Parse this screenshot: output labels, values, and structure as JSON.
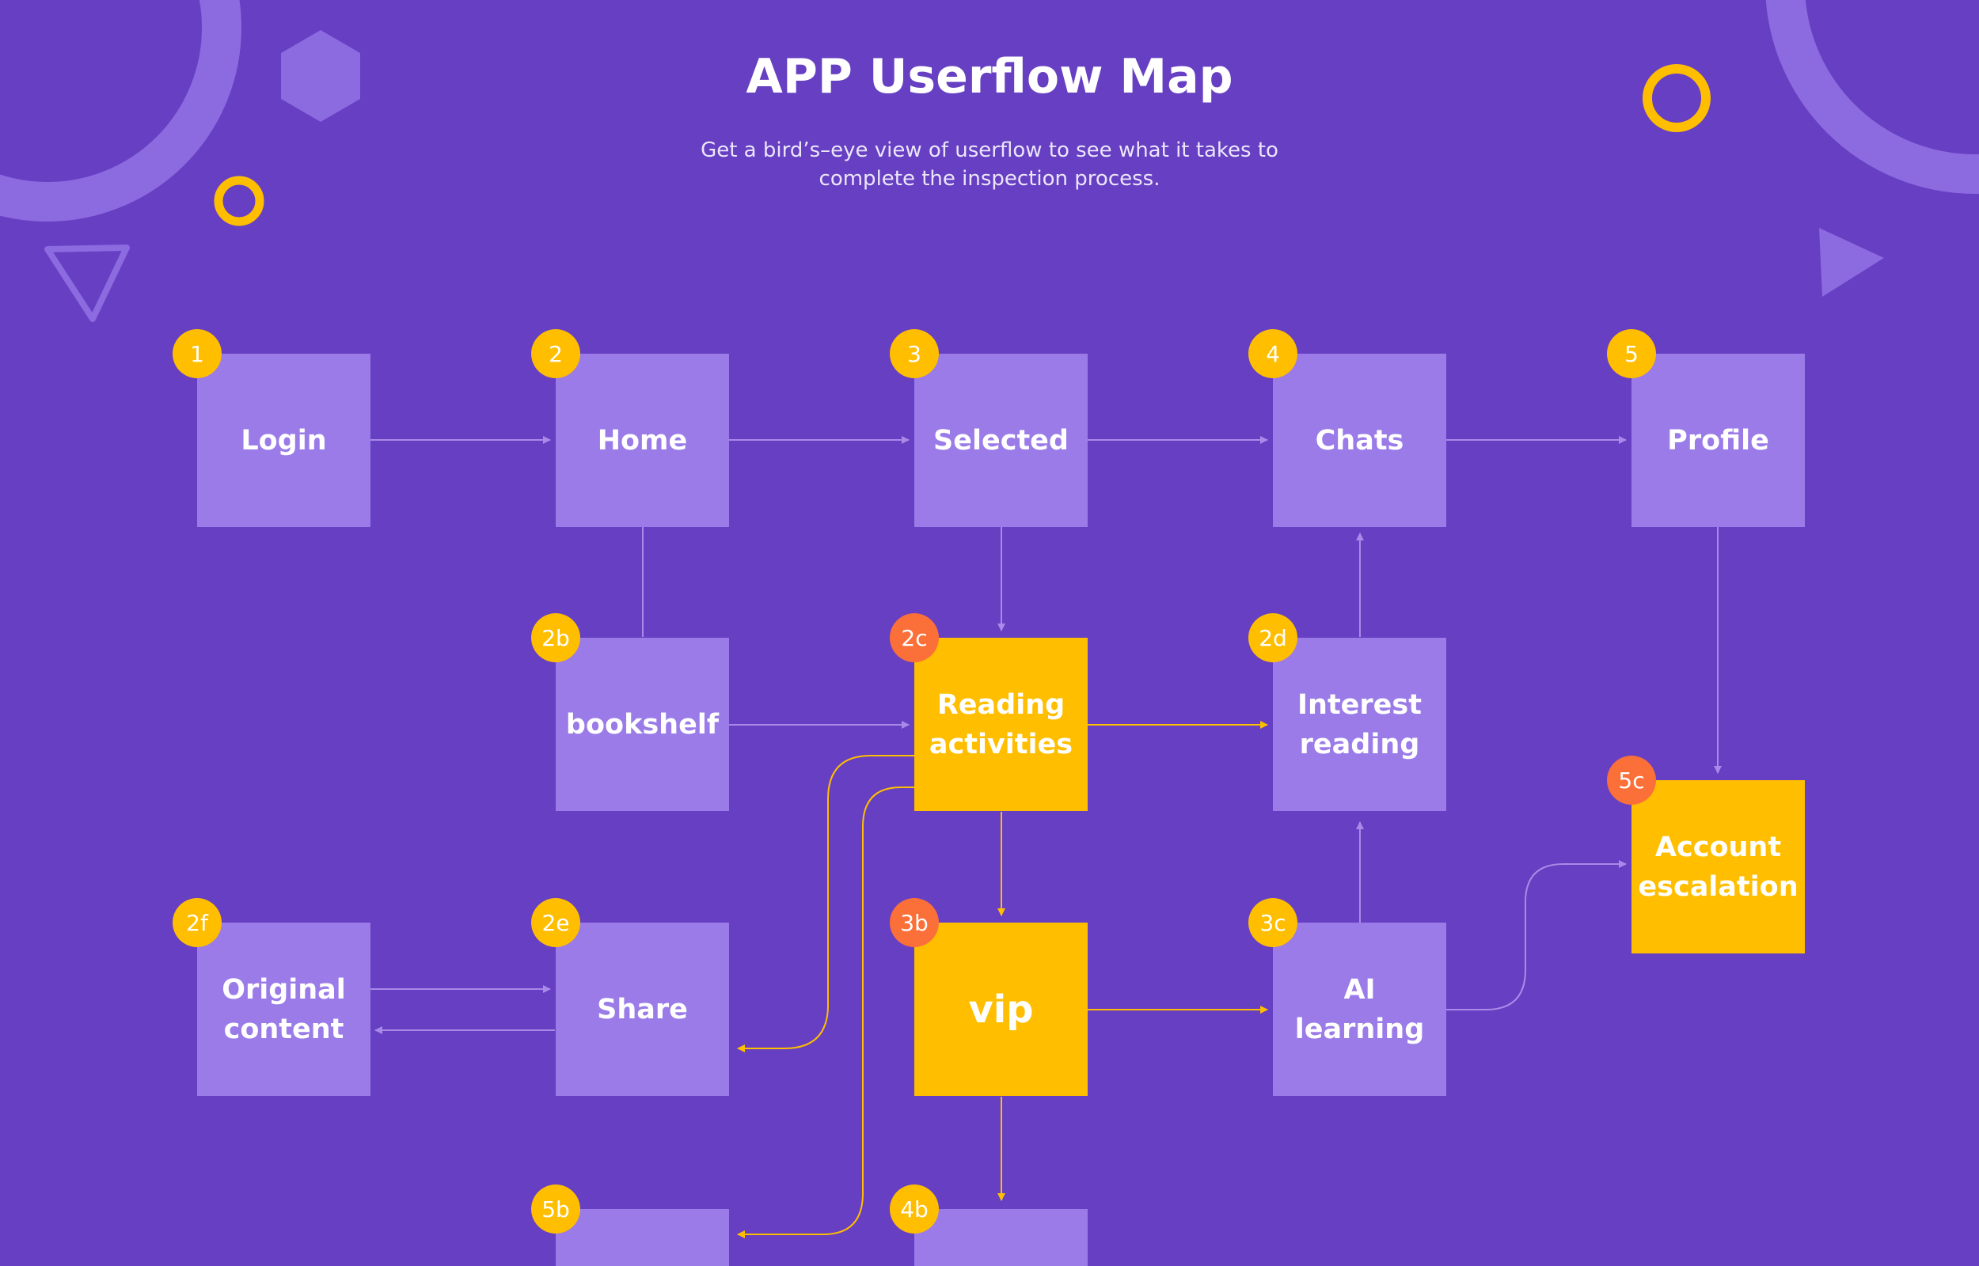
{
  "header": {
    "title": "APP Userflow Map",
    "subtitle_line1": "Get a bird’s–eye view of userflow to see what it takes to",
    "subtitle_line2": "complete the inspection process."
  },
  "colors": {
    "background": "#663fc2",
    "node": "#9a7be8",
    "highlight": "#ffbe00",
    "badge": "#ffbe00",
    "badge_alt": "#fb6f39",
    "connector": "#a98ae8",
    "connector_highlight": "#ffbe00"
  },
  "nodes": {
    "login": {
      "badge": "1",
      "label_lines": [
        "Login"
      ]
    },
    "home": {
      "badge": "2",
      "label_lines": [
        "Home"
      ]
    },
    "selected": {
      "badge": "3",
      "label_lines": [
        "Selected"
      ]
    },
    "chats": {
      "badge": "4",
      "label_lines": [
        "Chats"
      ]
    },
    "profile": {
      "badge": "5",
      "label_lines": [
        "Profile"
      ]
    },
    "bookshelf": {
      "badge": "2b",
      "label_lines": [
        "bookshelf"
      ]
    },
    "reading": {
      "badge": "2c",
      "label_lines": [
        "Reading",
        "activities"
      ]
    },
    "interest": {
      "badge": "2d",
      "label_lines": [
        "Interest",
        "reading"
      ]
    },
    "account": {
      "badge": "5c",
      "label_lines": [
        "Account",
        "escalation"
      ]
    },
    "original": {
      "badge": "2f",
      "label_lines": [
        "Original",
        "content"
      ]
    },
    "share": {
      "badge": "2e",
      "label_lines": [
        "Share"
      ]
    },
    "vip": {
      "badge": "3b",
      "label_lines": [
        "vip"
      ]
    },
    "ai": {
      "badge": "3c",
      "label_lines": [
        "AI learning"
      ]
    },
    "node5b": {
      "badge": "5b",
      "label_lines": []
    },
    "node4b": {
      "badge": "4b",
      "label_lines": []
    }
  }
}
